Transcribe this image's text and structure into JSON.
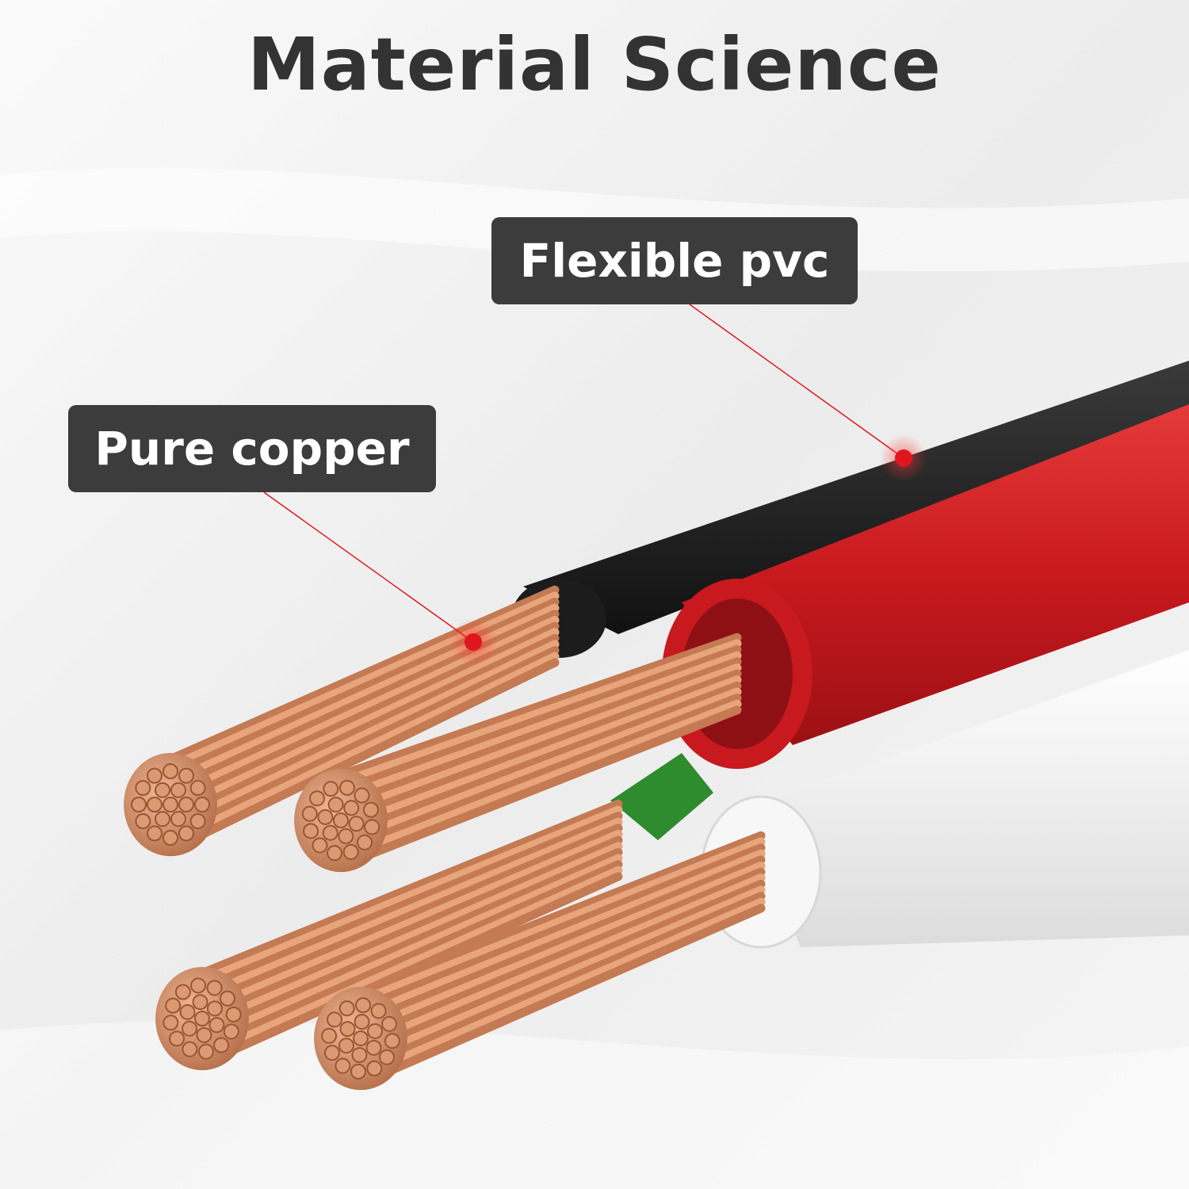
{
  "title": "Material Science",
  "callouts": {
    "pvc": "Flexible pvc",
    "copper": "Pure copper"
  },
  "colors": {
    "background": "#f2f2f2",
    "callout_bg": "#3c3c3c",
    "callout_text": "#ffffff",
    "title_text": "#333333",
    "red_insulation": "#c8191e",
    "black_insulation": "#1c1c1c",
    "white_insulation": "#f4f4f4",
    "green_insulation": "#2e8b2e",
    "copper": "#d99068",
    "marker": "#e0161e"
  }
}
